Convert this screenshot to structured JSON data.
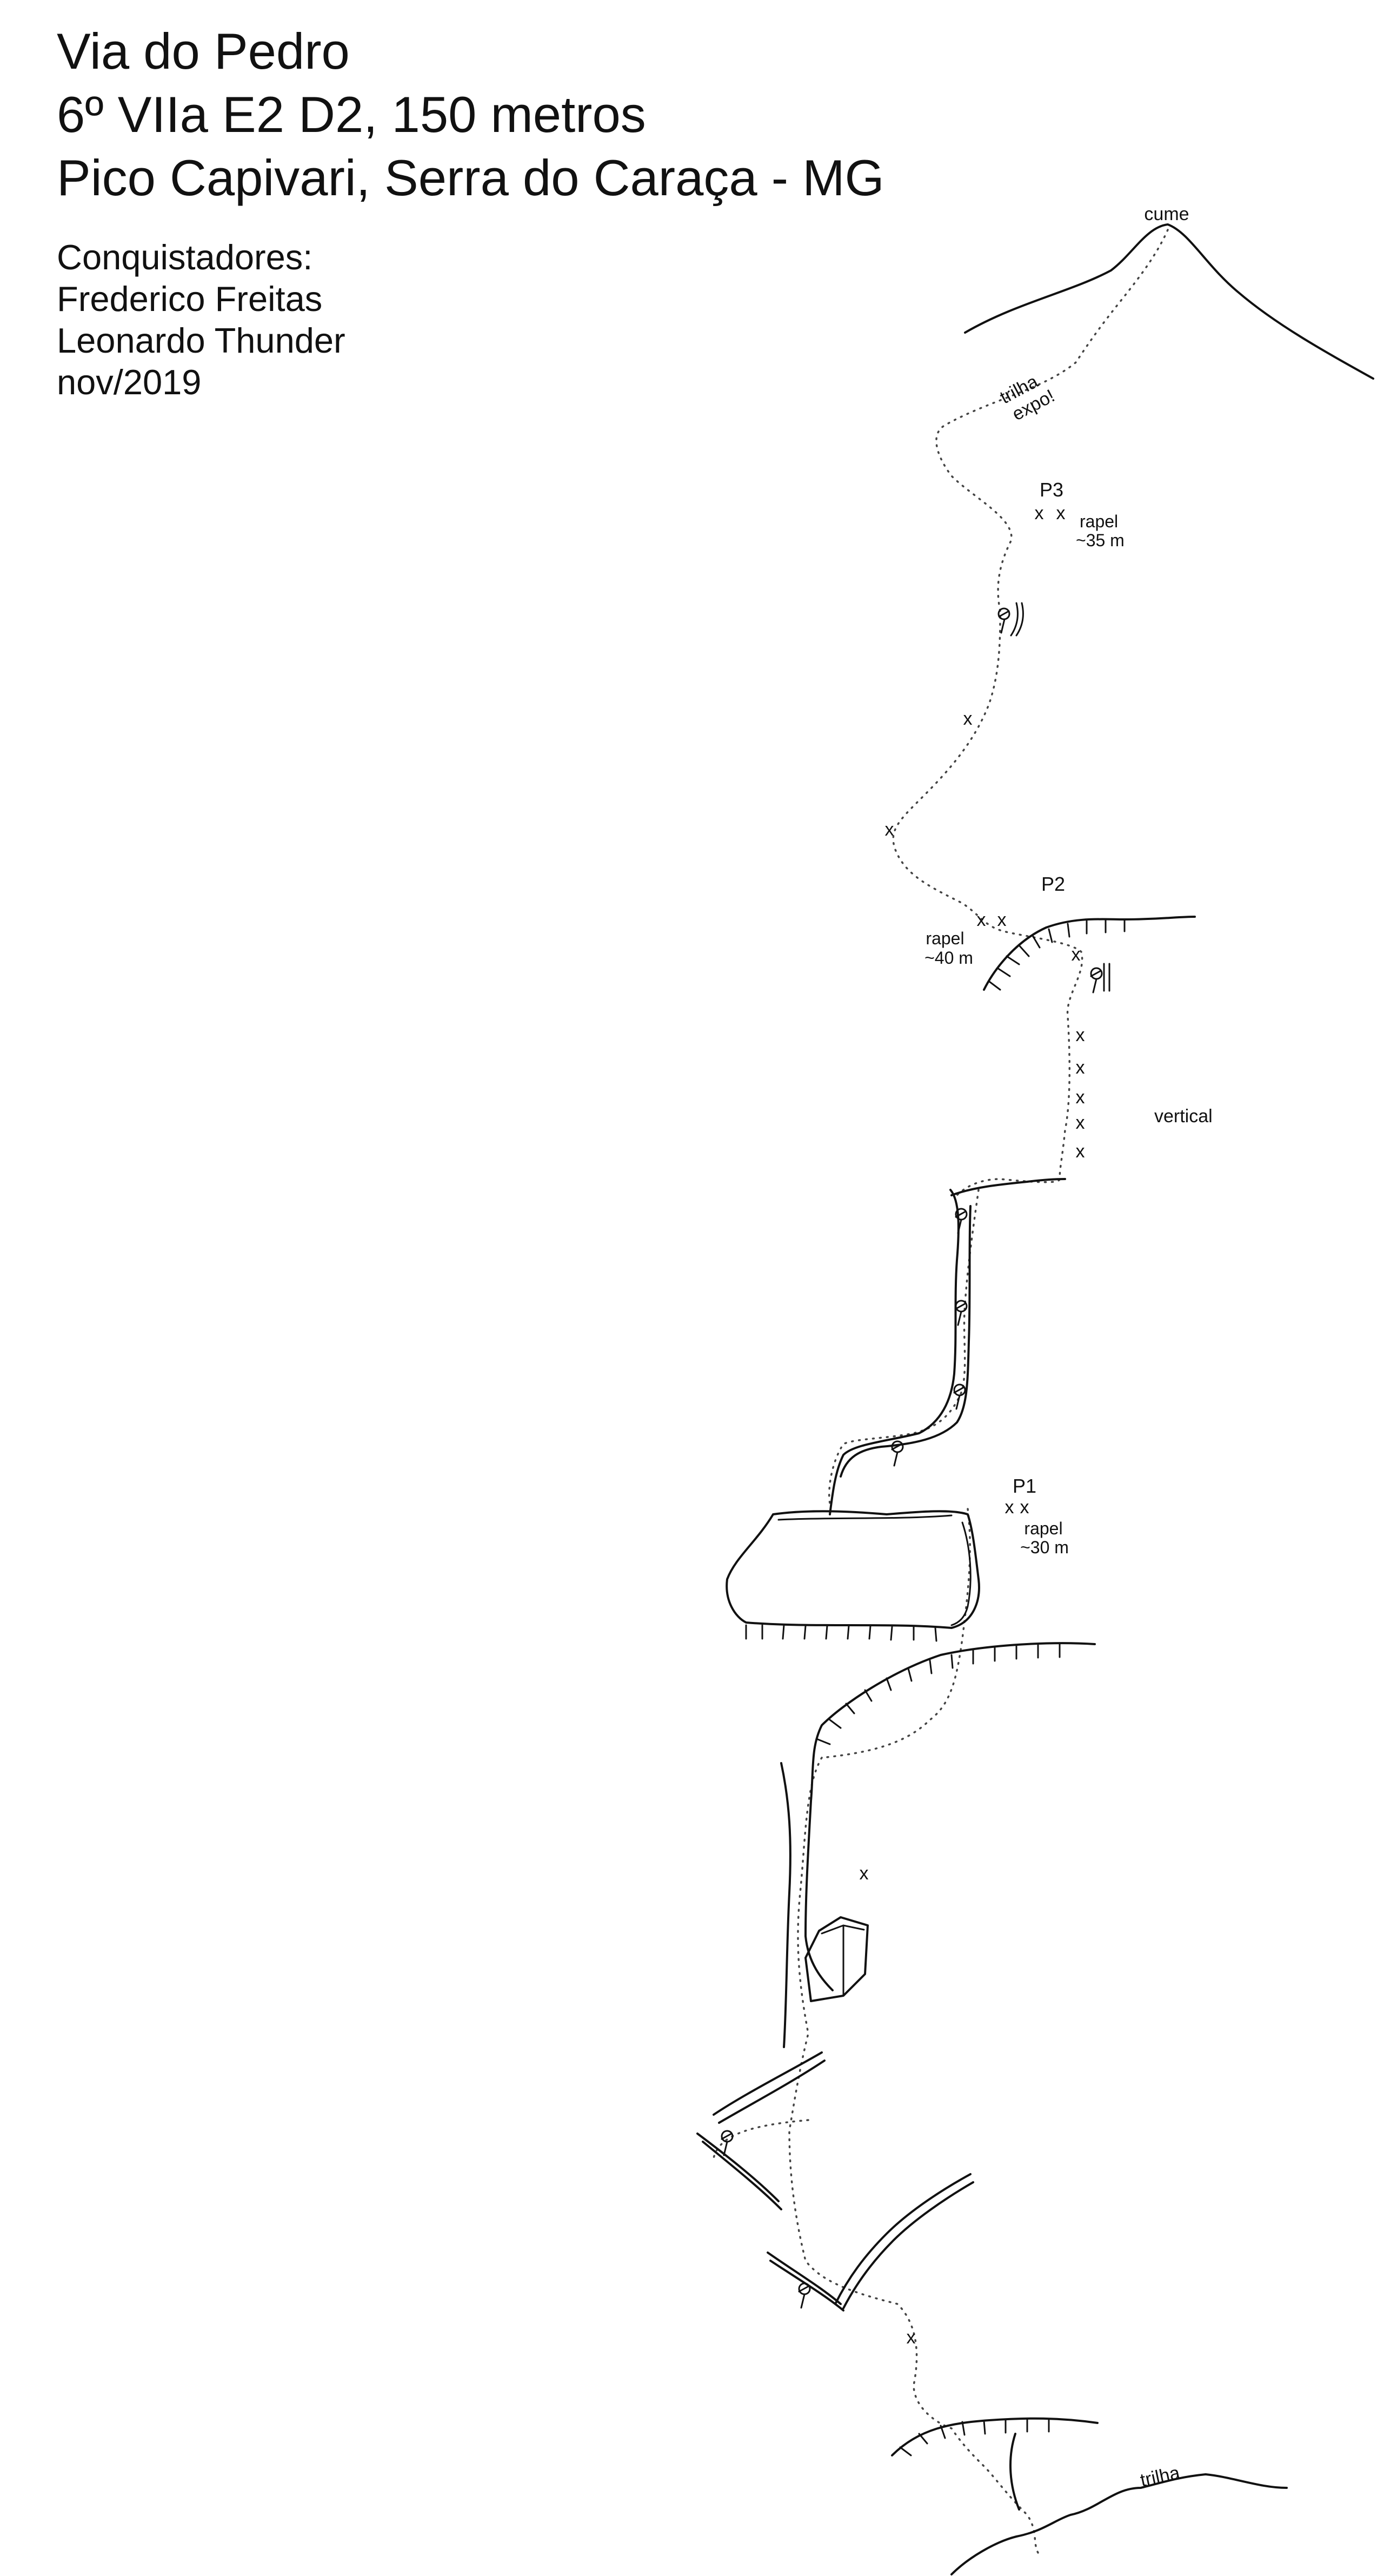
{
  "title": {
    "route_name": "Via do Pedro",
    "grade": "6º VIIa E2 D2, 150 metros",
    "location": "Pico Capivari, Serra do Caraça - MG"
  },
  "credits": {
    "heading": "Conquistadores:",
    "climbers": [
      "Frederico Freitas",
      "Leonardo Thunder"
    ],
    "date": "nov/2019"
  },
  "labels": {
    "summit": "cume",
    "trail_exposed": "trilha",
    "exposed": "expo!",
    "trail": "trilha",
    "vertical": "vertical",
    "bolt_mark": "x"
  },
  "stations": [
    {
      "name": "P1",
      "rappel": "rapel",
      "rappel_length": "~30 m"
    },
    {
      "name": "P2",
      "rappel": "rapel",
      "rappel_length": "~40 m"
    },
    {
      "name": "P3",
      "rappel": "rapel",
      "rappel_length": "~35 m"
    }
  ],
  "icons": [
    "piton-icon",
    "bolt-icon",
    "belay-station-icon",
    "rock-ledge-icon",
    "boulder-icon"
  ],
  "colors": {
    "ink": "#111111",
    "route": "#444444",
    "background": "#ffffff"
  }
}
